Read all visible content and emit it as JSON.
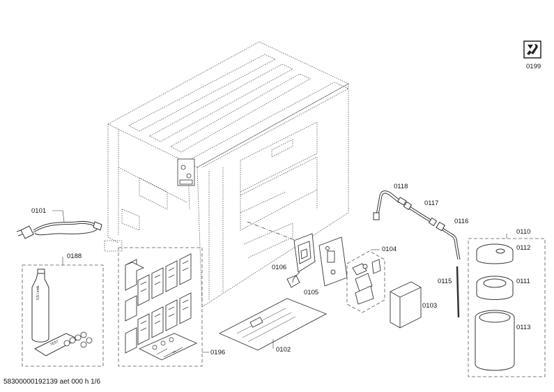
{
  "labels": {
    "p0101": "0101",
    "p0188": "0188",
    "p0196": "0196",
    "p0102": "0102",
    "p0106": "0106",
    "p0105": "0105",
    "p0104": "0104",
    "p0103": "0103",
    "p0118": "0118",
    "p0117": "0117",
    "p0116": "0116",
    "p0115": "0115",
    "p0110": "0110",
    "p0112": "0112",
    "p0111": "0111",
    "p0113": "0113",
    "p0199": "0199"
  },
  "bottle_text": "0,5 l entk.",
  "strip_text": "TEST",
  "footer": "58300000192139 aet 000 h 1/6",
  "icons": [
    "service-wrench-icon"
  ]
}
